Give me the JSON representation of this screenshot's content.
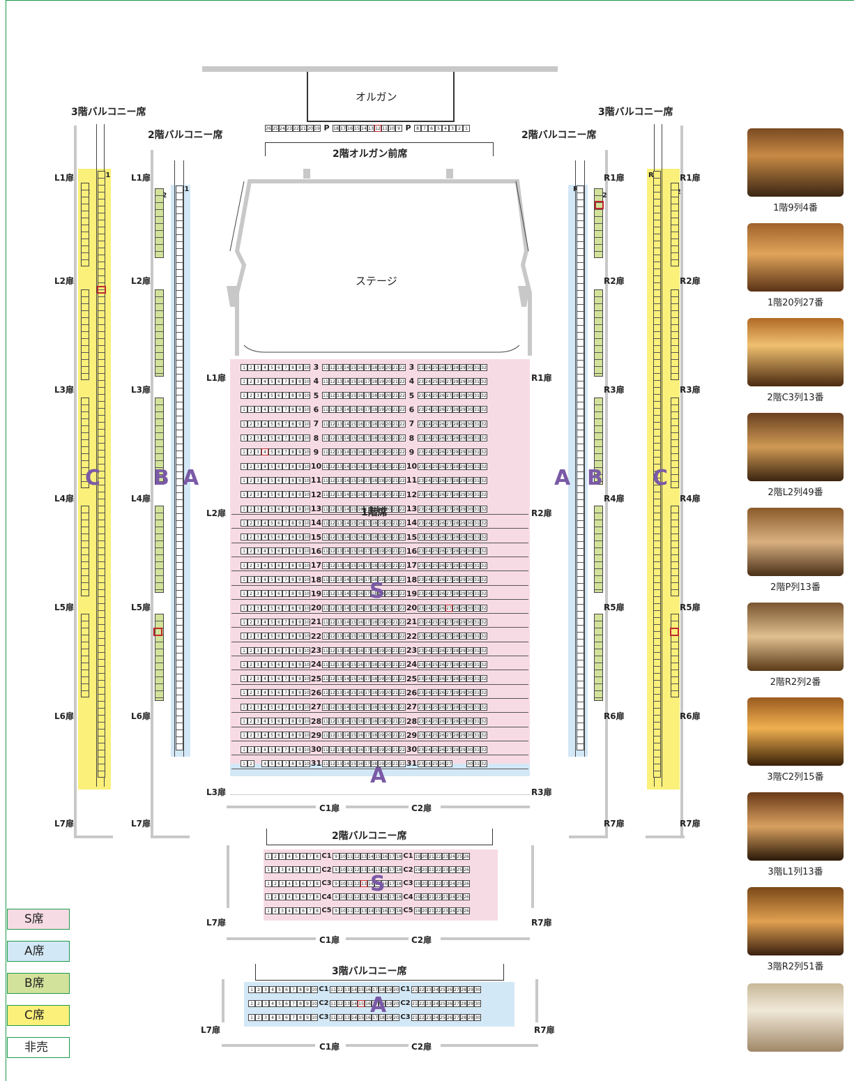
{
  "titles": {
    "balcony3_left": "3階バルコニー席",
    "balcony3_right": "3階バルコニー席",
    "balcony2_left": "2階バルコニー席",
    "balcony2_right": "2階バルコニー席",
    "organ": "オルガン",
    "organ_front": "2階オルガン前席",
    "stage": "ステージ",
    "floor1": "1階席",
    "balcony2_center": "2階バルコニー席",
    "balcony3_center": "3階バルコニー席"
  },
  "organ_row": {
    "left_seats": [
      "26",
      "25",
      "24",
      "23",
      "22",
      "21",
      "20",
      "19"
    ],
    "row_label": "P",
    "mid_seats": [
      "18",
      "17",
      "16",
      "15",
      "14",
      "13",
      "12",
      "11",
      "10",
      "9"
    ],
    "right_seats": [
      "8",
      "7",
      "6",
      "5",
      "4",
      "3",
      "2",
      "1"
    ]
  },
  "doors": {
    "outer_left": [
      "L1扉",
      "L2扉",
      "L3扉",
      "L4扉",
      "L5扉",
      "L6扉",
      "L7扉"
    ],
    "inner_left": [
      "L1扉",
      "L2扉",
      "L3扉",
      "L4扉",
      "L5扉",
      "L6扉",
      "L7扉"
    ],
    "inner_right": [
      "R1扉",
      "R2扉",
      "R3扉",
      "R4扉",
      "R5扉",
      "R6扉",
      "R7扉"
    ],
    "outer_right": [
      "R1扉",
      "R2扉",
      "R3扉",
      "R4扉",
      "R5扉",
      "R6扉",
      "R7扉"
    ],
    "floor1_left": [
      "L1扉",
      "L2扉",
      "L3扉"
    ],
    "floor1_right": [
      "R1扉",
      "R2扉",
      "R3扉"
    ],
    "floor1_bottom": [
      "C1扉",
      "C2扉"
    ],
    "b2_left": "L7扉",
    "b2_right": "R7扉",
    "b2_bottom": [
      "C1扉",
      "C2扉"
    ],
    "b3_left": "L7扉",
    "b3_right": "R7扉",
    "b3_bottom": [
      "C1扉",
      "C2扉"
    ]
  },
  "zone_letters": {
    "S": "S",
    "A": "A",
    "B": "B",
    "C": "C"
  },
  "floor1_rows": [
    "3",
    "4",
    "5",
    "6",
    "7",
    "8",
    "9",
    "10",
    "11",
    "12",
    "13",
    "14",
    "15",
    "16",
    "17",
    "18",
    "19",
    "20",
    "21",
    "22",
    "23",
    "24",
    "25",
    "26",
    "27",
    "28",
    "29",
    "30",
    "31"
  ],
  "floor1_seats": {
    "left": [
      "1",
      "2",
      "3",
      "4",
      "5",
      "6",
      "7",
      "8",
      "9",
      "10"
    ],
    "middle": [
      "11",
      "12",
      "13",
      "14",
      "15",
      "16",
      "17",
      "18",
      "19",
      "20",
      "21",
      "22"
    ],
    "right": [
      "23",
      "24",
      "25",
      "26",
      "27",
      "28",
      "29",
      "30",
      "31",
      "32"
    ]
  },
  "b2_rows": [
    "C1",
    "C2",
    "C3",
    "C4",
    "C5"
  ],
  "b2_seats": {
    "left": [
      "1",
      "2",
      "3",
      "4",
      "5",
      "6",
      "7",
      "8"
    ],
    "middle": [
      "9",
      "10",
      "11",
      "12",
      "13",
      "14",
      "15",
      "16",
      "17",
      "18"
    ],
    "right": [
      "19",
      "20",
      "21",
      "22",
      "23",
      "24",
      "25",
      "26"
    ]
  },
  "b3_rows": [
    "C1",
    "C2",
    "C3"
  ],
  "b3_seats": {
    "left": [
      "1",
      "2",
      "3",
      "4",
      "5",
      "6",
      "7",
      "8",
      "9",
      "10"
    ],
    "middle": [
      "11",
      "12",
      "13",
      "14",
      "15",
      "16",
      "17",
      "18",
      "19",
      "20"
    ],
    "right": [
      "21",
      "22",
      "23",
      "24",
      "25",
      "26",
      "27",
      "28",
      "29",
      "30"
    ]
  },
  "side_labels": {
    "L1": "L1",
    "L2": "L2",
    "R1": "R1",
    "R2": "R2"
  },
  "legend": [
    {
      "label": "S席",
      "color": "#f7dbe4"
    },
    {
      "label": "A席",
      "color": "#d3e8f6"
    },
    {
      "label": "B席",
      "color": "#d3e29a"
    },
    {
      "label": "C席",
      "color": "#faf07a"
    },
    {
      "label": "非売",
      "color": "#ffffff"
    }
  ],
  "photos": [
    {
      "caption": "1階9列4番"
    },
    {
      "caption": "1階20列27番"
    },
    {
      "caption": "2階C3列13番"
    },
    {
      "caption": "2階L2列49番"
    },
    {
      "caption": "2階P列13番"
    },
    {
      "caption": "2階R2列2番"
    },
    {
      "caption": "3階C2列15番"
    },
    {
      "caption": "3階L1列13番"
    },
    {
      "caption": "3階R2列51番"
    },
    {
      "caption": ""
    }
  ],
  "colors": {
    "S": "#f7dbe4",
    "A": "#d3e8f6",
    "B": "#d3e29a",
    "C": "#faf07a",
    "zone_letter": "#7a5aa6",
    "highlight": "#c0282d",
    "frame": "#1a9a4a"
  }
}
